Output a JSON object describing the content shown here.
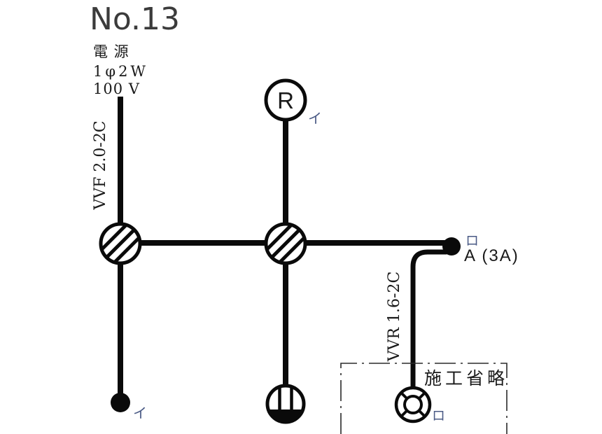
{
  "title": "No.13",
  "source": {
    "line1": "電 源",
    "line2": "1φ2W",
    "line3": "100 V"
  },
  "cables": {
    "feeder": "VVF 2.0-2C",
    "branch": "VVR 1.6-2C"
  },
  "components": {
    "lamp_receptacle": {
      "letter": "R",
      "circuit": "イ"
    },
    "single_pole_switch": {
      "circuit": "イ"
    },
    "automatic_switch": {
      "circuit": "ロ",
      "rating": "A (3A)"
    },
    "outdoor_light": {
      "circuit": "ロ"
    },
    "omission_box": {
      "label": "施工省略"
    }
  },
  "colors": {
    "line": "#0a0a0a",
    "title": "#3b3b3b",
    "handwriting": "#4a5a85",
    "background": "#ffffff"
  }
}
